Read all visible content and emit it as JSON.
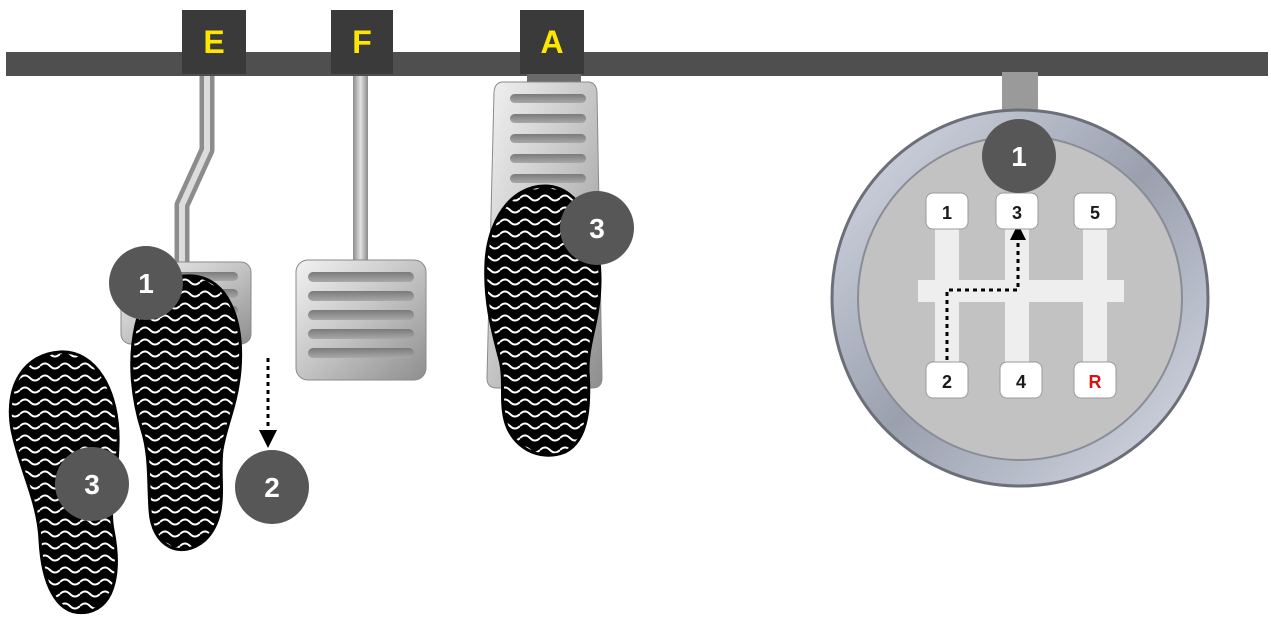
{
  "pedals": {
    "clutch_letter": "E",
    "brake_letter": "F",
    "accelerator_letter": "A"
  },
  "steps": {
    "clutch_press": "1",
    "clutch_motion": "2",
    "foot_left": "3",
    "foot_accelerator": "3"
  },
  "gear_knob": {
    "step": "1",
    "gears": [
      "1",
      "3",
      "5",
      "2",
      "4",
      "R"
    ]
  },
  "colors": {
    "bar": "#4f4f4f",
    "letter_box": "#3a3a3a",
    "letter_text": "#ffe600",
    "badge": "#575757",
    "reverse_text": "#e01010"
  }
}
